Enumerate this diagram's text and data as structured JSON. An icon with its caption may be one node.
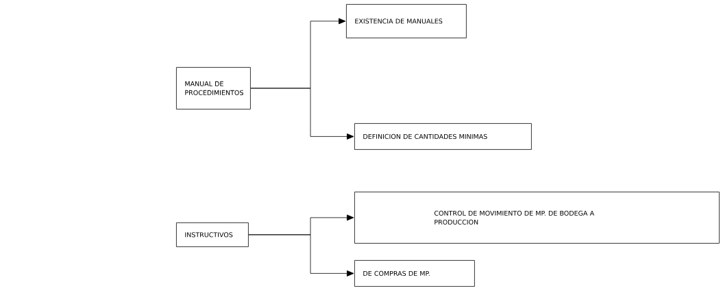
{
  "diagram": {
    "nodes": [
      {
        "text": [
          "MANUAL DE PROCEDIMIENTOS"
        ]
      },
      {
        "text": [
          "EXISTENCIA DE MANUALES"
        ]
      },
      {
        "text": [
          "DEFINICION DE CANTIDADES MINIMAS"
        ]
      },
      {
        "text": [
          "INSTRUCTIVOS"
        ]
      },
      {
        "text": [
          "CONTROL DE MOVIMIENTO DE MP. DE BODEGA A PRODUCCION"
        ]
      },
      {
        "text": [
          "DE COMPRAS DE MP."
        ]
      }
    ],
    "edges": [
      {
        "from": 0,
        "to": 1,
        "arrow": "to"
      },
      {
        "from": 0,
        "to": 2,
        "arrow": "to"
      },
      {
        "from": 3,
        "to": 4,
        "arrow": "to"
      },
      {
        "from": 3,
        "to": 5,
        "arrow": "to"
      }
    ]
  }
}
